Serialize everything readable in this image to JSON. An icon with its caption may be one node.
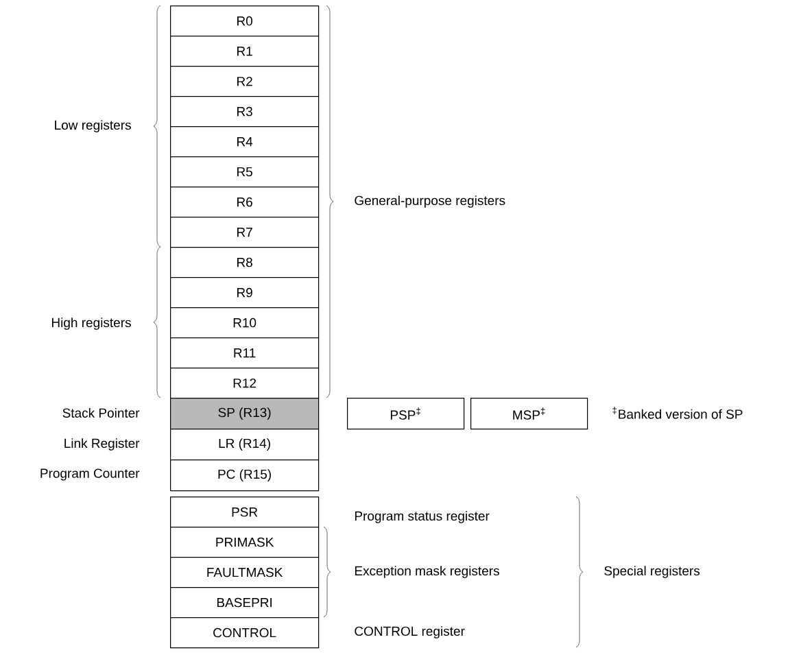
{
  "diagram": {
    "nodes": [
      {
        "text": [
          "R0"
        ]
      },
      {
        "text": [
          "R1"
        ]
      },
      {
        "text": [
          "R2"
        ]
      },
      {
        "text": [
          "R3"
        ]
      },
      {
        "text": [
          "R4"
        ]
      },
      {
        "text": [
          "R5"
        ]
      },
      {
        "text": [
          "R6"
        ]
      },
      {
        "text": [
          "R7"
        ]
      },
      {
        "text": [
          "R8"
        ]
      },
      {
        "text": [
          "R9"
        ]
      },
      {
        "text": [
          "R10"
        ]
      },
      {
        "text": [
          "R11"
        ]
      },
      {
        "text": [
          "R12"
        ]
      },
      {
        "text": [
          "SP (R13)"
        ]
      },
      {
        "text": [
          "PSP$^{‡}$"
        ]
      },
      {
        "text": [
          "MSP$^{‡}$"
        ]
      },
      {
        "text": [
          "LR (R14)"
        ]
      },
      {
        "text": [
          "PC (R15)"
        ]
      },
      {
        "text": [
          "PSR"
        ]
      },
      {
        "text": [
          "PRIMASK"
        ]
      },
      {
        "text": [
          "FAULTMASK"
        ]
      },
      {
        "text": [
          "BASEPRI"
        ]
      },
      {
        "text": [
          "CONTROL"
        ]
      }
    ],
    "labels": [
      "Low registers",
      "General-purpose registers",
      "High registers",
      "Stack Pointer",
      "$^{‡}$Banked version of SP",
      "Link Register",
      "Program Counter",
      "Program status register",
      "Exception mask registers",
      "Special registers",
      "CONTROL register"
    ]
  }
}
